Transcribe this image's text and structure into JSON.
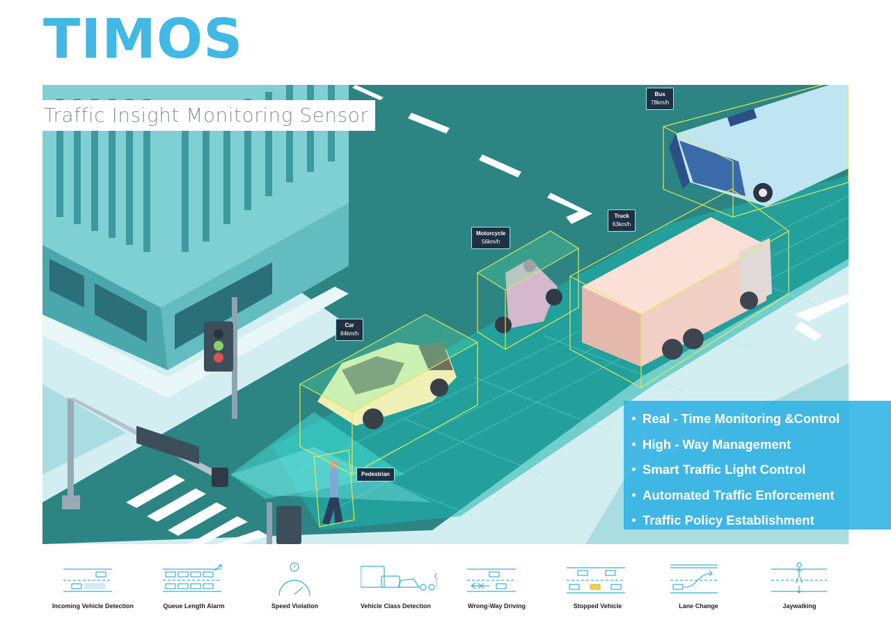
{
  "brand": {
    "title": "TIMOS",
    "subtitle": "Traffic Insight Monitoring Sensor"
  },
  "colors": {
    "accent": "#42b8e6",
    "road": "#2c8583",
    "detection_box": "#e6e84a",
    "tag_bg": "#1f3040"
  },
  "detections": [
    {
      "type": "Bus",
      "speed": "78km/h"
    },
    {
      "type": "Truck",
      "speed": "63km/h"
    },
    {
      "type": "Motorcycle",
      "speed": "56km/h"
    },
    {
      "type": "Car",
      "speed": "84km/h"
    },
    {
      "type": "Pedestrian",
      "speed": ""
    }
  ],
  "features": [
    "Real - Time Monitoring &Control",
    "High - Way Management",
    "Smart Traffic Light Control",
    "Automated Traffic Enforcement",
    "Traffic Policy Establishment"
  ],
  "capabilities": [
    {
      "label": "Incoming Vehicle Detection",
      "icon": "incoming-vehicle-icon"
    },
    {
      "label": "Queue Length Alarm",
      "icon": "queue-length-icon"
    },
    {
      "label": "Speed Violation",
      "icon": "speedometer-icon"
    },
    {
      "label": "Vehicle Class Detection",
      "icon": "vehicle-class-icon"
    },
    {
      "label": "Wrong-Way Driving",
      "icon": "wrong-way-icon"
    },
    {
      "label": "Stopped Vehicle",
      "icon": "stopped-vehicle-icon"
    },
    {
      "label": "Lane Change",
      "icon": "lane-change-icon"
    },
    {
      "label": "Jaywalking",
      "icon": "jaywalking-icon"
    }
  ]
}
